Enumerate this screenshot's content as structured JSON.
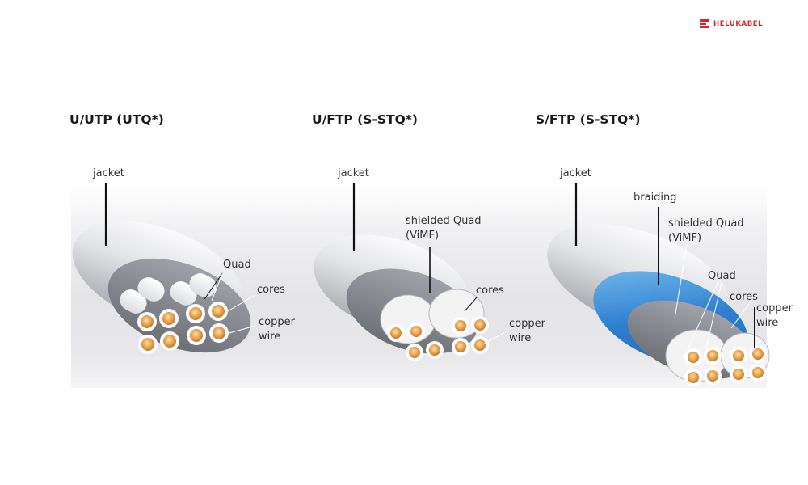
{
  "brand": {
    "name": "HELUKABEL",
    "color": "#d8232a"
  },
  "panels": [
    {
      "title": "U/UTP (UTQ*)",
      "labels": {
        "jacket": "jacket",
        "quad": "Quad",
        "cores": "cores",
        "copper_1": "copper",
        "copper_2": "wire"
      }
    },
    {
      "title": "U/FTP (S-STQ*)",
      "labels": {
        "jacket": "jacket",
        "shielded_1": "shielded Quad",
        "shielded_2": "(ViMF)",
        "cores": "cores",
        "copper_1": "copper",
        "copper_2": "wire"
      }
    },
    {
      "title": "S/FTP (S-STQ*)",
      "labels": {
        "jacket": "jacket",
        "braiding": "braiding",
        "shielded_1": "shielded Quad",
        "shielded_2": "(ViMF)",
        "quad": "Quad",
        "cores": "cores",
        "copper_1": "copper",
        "copper_2": "wire"
      }
    }
  ],
  "colors": {
    "braiding": "#2f7fd0",
    "copper": "#e8a04a",
    "core_insulation": "#ffffff",
    "jacket": "#d9dadd",
    "lines": "#111111"
  }
}
